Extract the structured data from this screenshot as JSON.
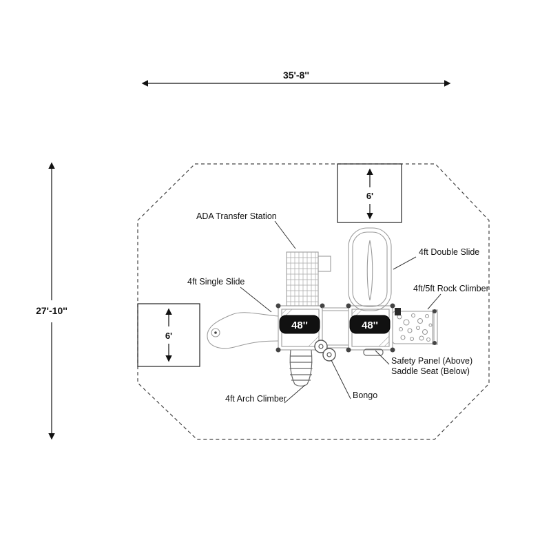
{
  "diagram": {
    "overall_width_label": "35'-8''",
    "overall_depth_label": "27'-10''",
    "top_zone_depth_label": "6'",
    "left_zone_depth_label": "6'",
    "deck_left_height": "48''",
    "deck_right_height": "48''",
    "callouts": {
      "ada_transfer_station": "ADA Transfer Station",
      "double_slide": "4ft Double Slide",
      "single_slide": "4ft Single Slide",
      "rock_climber": "4ft/5ft Rock Climber",
      "safety_panel_above": "Safety Panel (Above)",
      "saddle_seat_below": "Saddle Seat (Below)",
      "arch_climber": "4ft Arch Climber",
      "bongo": "Bongo"
    }
  }
}
